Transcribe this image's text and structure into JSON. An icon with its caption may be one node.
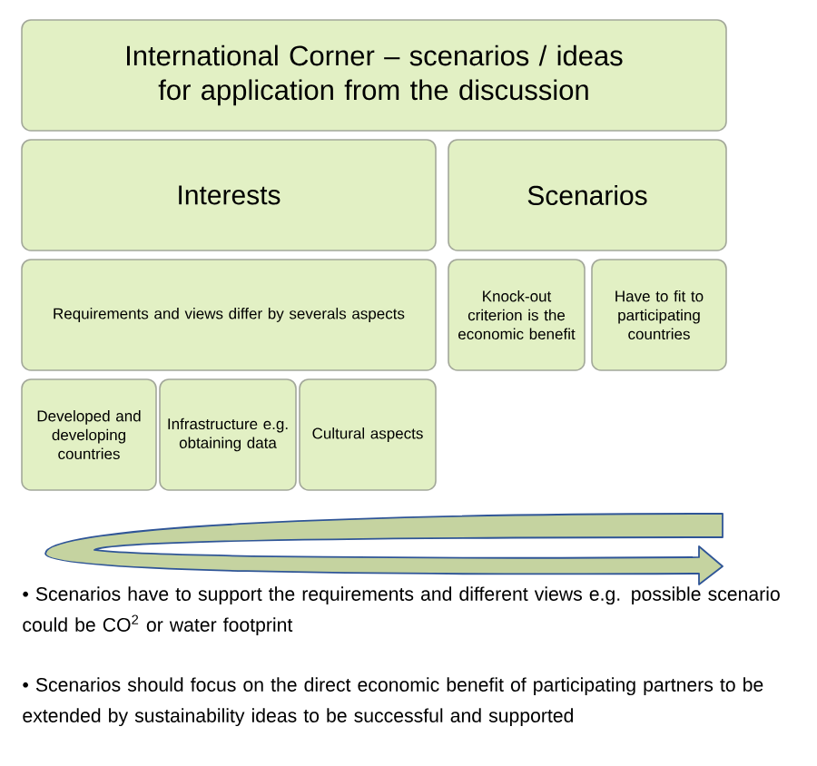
{
  "diagram": {
    "nodes": [
      {
        "text": [
          "International Corner – scenarios / ideas for application from the discussion"
        ]
      },
      {
        "text": [
          "Interests"
        ]
      },
      {
        "text": [
          "Scenarios"
        ]
      },
      {
        "text": [
          "Requirements and views differ by severals aspects"
        ]
      },
      {
        "text": [
          "Knock-out criterion is the economic benefit"
        ]
      },
      {
        "text": [
          "Have to fit to participating countries"
        ]
      },
      {
        "text": [
          "Developed and developing countries"
        ]
      },
      {
        "text": [
          "Infrastructure e.g. obtaining data"
        ]
      },
      {
        "text": [
          "Cultural aspects"
        ]
      }
    ],
    "labels": [
      "• Scenarios have to support the requirements and different views e.g. possible scenario could be CO$^{2}$ or water footprint",
      "• Scenarios should focus on the direct economic benefit of participating partners to be extended by sustainability ideas to be successful and supported"
    ]
  }
}
